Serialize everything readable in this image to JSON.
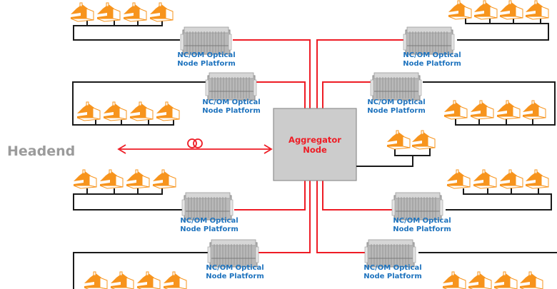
{
  "diagram": {
    "headend": {
      "label": "Headend"
    },
    "aggregator": {
      "line1": "Aggregator",
      "line2": "Node"
    },
    "node_label": {
      "line1": "NC/OM Optical",
      "line2": "Node Platform"
    },
    "colors": {
      "fiber": "#ee1c25",
      "coax": "#1a1a1a",
      "node_text": "#1e73be",
      "aggregator_fill": "#cccccc",
      "aggregator_text": "#ee1c25",
      "headend_text": "#9b9b9b",
      "house": "#f7941d"
    },
    "nodes": [
      {
        "id": "node-top-left-1",
        "side": "left",
        "houses": 4
      },
      {
        "id": "node-top-left-2",
        "side": "left",
        "houses": 4
      },
      {
        "id": "node-bottom-left-1",
        "side": "left",
        "houses": 4
      },
      {
        "id": "node-bottom-left-2",
        "side": "left",
        "houses": 4
      },
      {
        "id": "node-top-right-1",
        "side": "right",
        "houses": 4
      },
      {
        "id": "node-top-right-2",
        "side": "right",
        "houses": 4
      },
      {
        "id": "node-bottom-right-1",
        "side": "right",
        "houses": 4
      },
      {
        "id": "node-bottom-right-2",
        "side": "right",
        "houses": 4
      }
    ],
    "aggregator_direct_houses": 2,
    "link_headend_aggregator": {
      "type": "bidirectional fiber",
      "icon": "fiber-coil-icon"
    }
  }
}
